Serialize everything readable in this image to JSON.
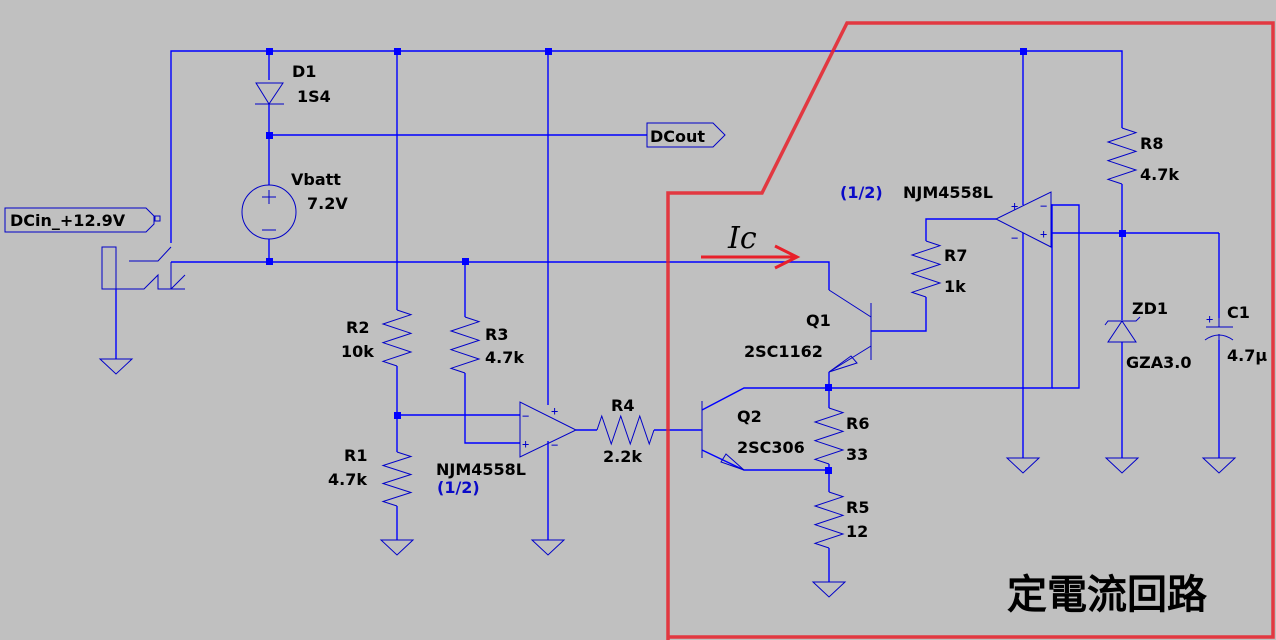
{
  "schematic": {
    "ports": {
      "dcin": "DCin_+12.9V",
      "dcout": "DCout"
    },
    "components": {
      "D1": {
        "ref": "D1",
        "value": "1S4"
      },
      "Vbatt": {
        "ref": "Vbatt",
        "value": "7.2V"
      },
      "R1": {
        "ref": "R1",
        "value": "4.7k"
      },
      "R2": {
        "ref": "R2",
        "value": "10k"
      },
      "R3": {
        "ref": "R3",
        "value": "4.7k"
      },
      "R4": {
        "ref": "R4",
        "value": "2.2k"
      },
      "R5": {
        "ref": "R5",
        "value": "12"
      },
      "R6": {
        "ref": "R6",
        "value": "33"
      },
      "R7": {
        "ref": "R7",
        "value": "1k"
      },
      "R8": {
        "ref": "R8",
        "value": "4.7k"
      },
      "Q1": {
        "ref": "Q1",
        "value": "2SC1162"
      },
      "Q2": {
        "ref": "Q2",
        "value": "2SC306"
      },
      "ZD1": {
        "ref": "ZD1",
        "value": "GZA3.0"
      },
      "C1": {
        "ref": "C1",
        "value": "4.7μ"
      },
      "U1a": {
        "value": "NJM4558L",
        "unit": "(1/2)"
      },
      "U1b": {
        "value": "NJM4558L",
        "unit": "(1/2)"
      }
    },
    "annotations": {
      "current_label": "Ic",
      "region_title": "定電流回路",
      "highlight_color": "#e8202a"
    },
    "colors": {
      "background": "#c0c0c0",
      "wire": "#0000ff",
      "text": "#000000"
    }
  }
}
